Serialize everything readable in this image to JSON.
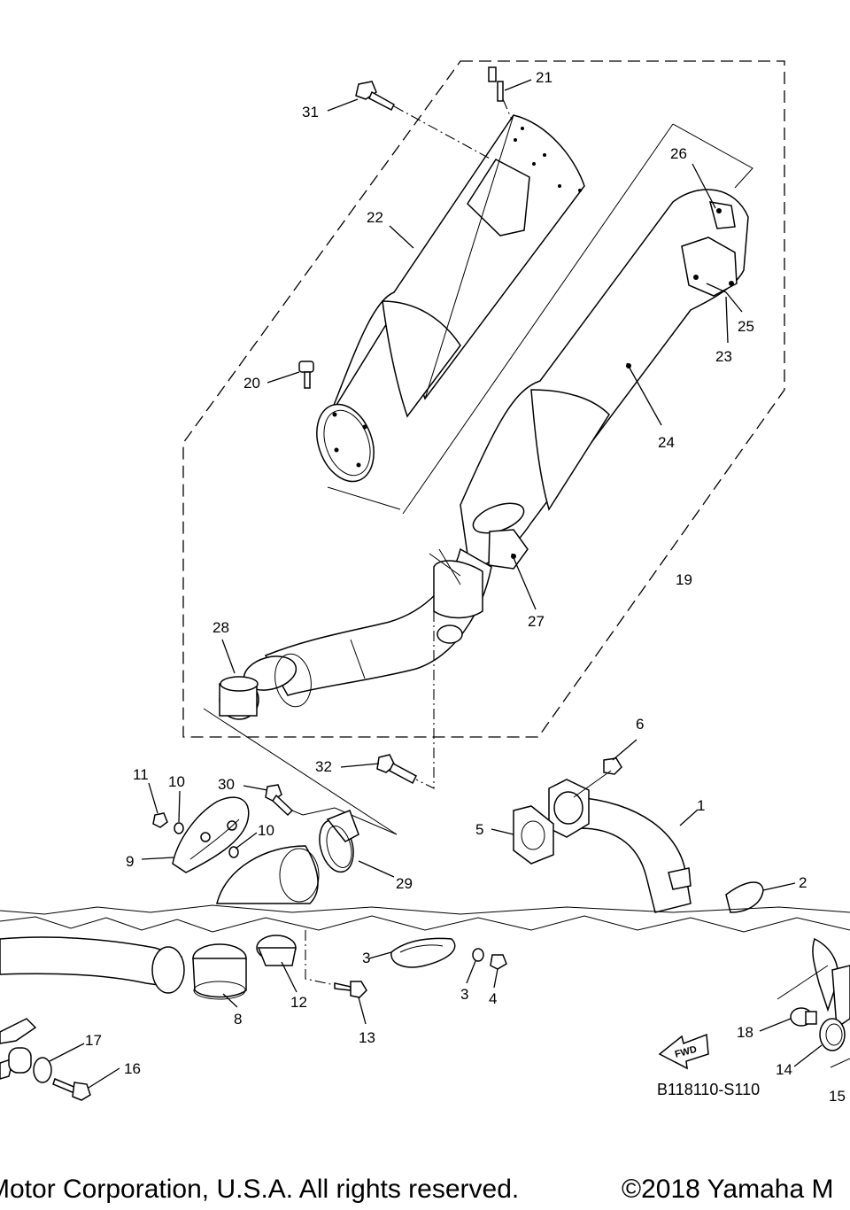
{
  "diagram": {
    "callouts": {
      "c1": "1",
      "c2": "2",
      "c3a": "3",
      "c3b": "3",
      "c4": "4",
      "c5": "5",
      "c6": "6",
      "c8": "8",
      "c9": "9",
      "c10a": "10",
      "c10b": "10",
      "c11": "11",
      "c12": "12",
      "c13": "13",
      "c14": "14",
      "c15": "15",
      "c16": "16",
      "c17": "17",
      "c18": "18",
      "c19": "19",
      "c20": "20",
      "c21": "21",
      "c22": "22",
      "c23": "23",
      "c24": "24",
      "c25": "25",
      "c26": "26",
      "c27": "27",
      "c28": "28",
      "c29": "29",
      "c30": "30",
      "c31": "31",
      "c32": "32"
    },
    "fwd_label": "FWD",
    "diagram_code": "B118110-S110",
    "footer_left": "Motor Corporation, U.S.A. All rights reserved.",
    "footer_right": "©2018 Yamaha M"
  }
}
